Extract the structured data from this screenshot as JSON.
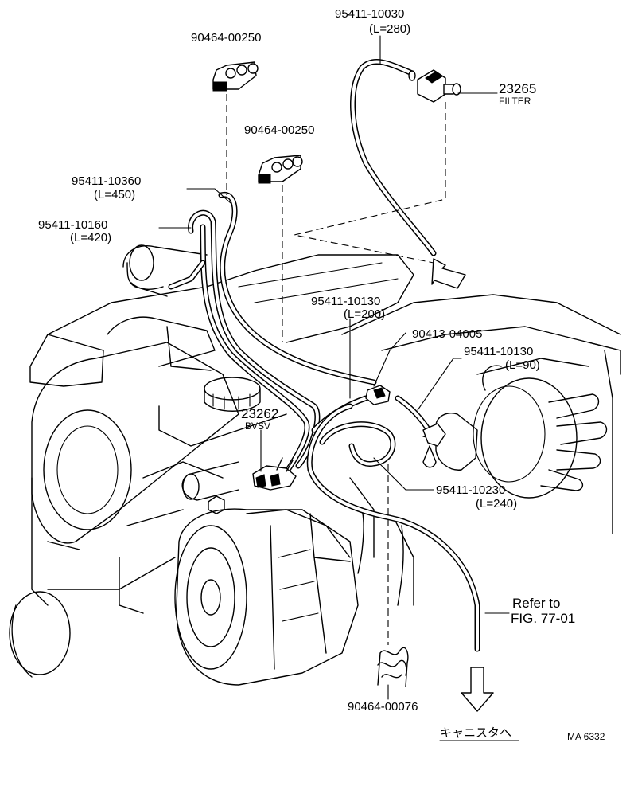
{
  "labels": {
    "hose_top": {
      "part": "95411-10030",
      "length": "(L=280)"
    },
    "clamp_top": {
      "part": "90464-00250"
    },
    "clamp_mid": {
      "part": "90464-00250"
    },
    "filter": {
      "part": "23265",
      "name": "FILTER"
    },
    "hose_450": {
      "part": "95411-10360",
      "length": "(L=450)"
    },
    "hose_420": {
      "part": "95411-10160",
      "length": "(L=420)"
    },
    "hose_200": {
      "part": "95411-10130",
      "length": "(L=200)"
    },
    "connector": {
      "part": "90413-04005"
    },
    "hose_90": {
      "part": "95411-10130",
      "length": "(L=90)"
    },
    "bvsv": {
      "part": "23262",
      "name": "BVSV"
    },
    "hose_240": {
      "part": "95411-10230",
      "length": "(L=240)"
    },
    "refer": {
      "line1": "Refer to",
      "line2": "FIG. 77-01"
    },
    "clip_bottom": {
      "part": "90464-00076"
    },
    "canister": {
      "text": "キャニスタへ"
    },
    "code": {
      "text": "MA  6332"
    }
  },
  "icons": [
    "flow-arrow-icon",
    "clamp-icon",
    "clip-icon",
    "filter-icon",
    "bvsv-valve-icon"
  ],
  "colors": {
    "line": "#000000",
    "background": "#ffffff"
  }
}
